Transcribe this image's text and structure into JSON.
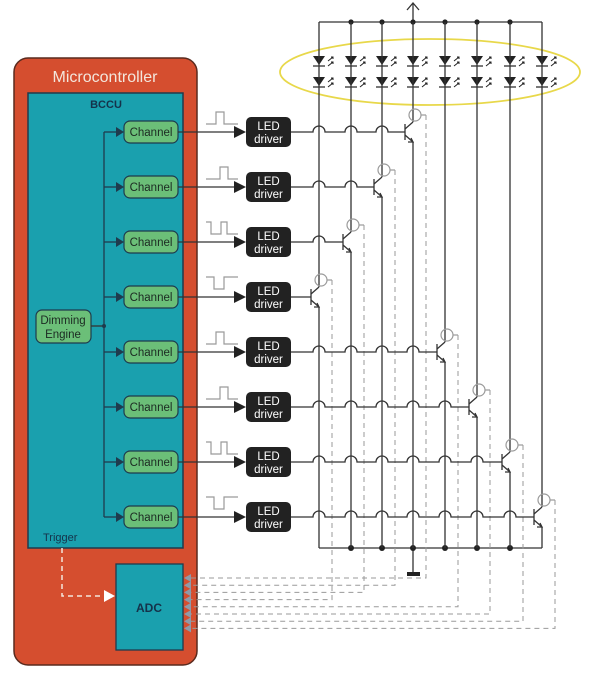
{
  "microcontroller": {
    "title": "Microcontroller",
    "colors": {
      "body": "#d54e2f",
      "border": "#5a2a1e"
    }
  },
  "bccu": {
    "title": "BCCU",
    "colors": {
      "body": "#1aa0ae",
      "border": "#1f3b4d"
    },
    "dimming_engine": {
      "line1": "Dimming",
      "line2": "Engine"
    },
    "channel_color": "#6bbf78",
    "channels": [
      {
        "label": "Channel",
        "waveform": "pulse-early"
      },
      {
        "label": "Channel",
        "waveform": "pulse-mid"
      },
      {
        "label": "Channel",
        "waveform": "double-pulse"
      },
      {
        "label": "Channel",
        "waveform": "notch"
      },
      {
        "label": "Channel",
        "waveform": "pulse-early"
      },
      {
        "label": "Channel",
        "waveform": "pulse-mid"
      },
      {
        "label": "Channel",
        "waveform": "double-pulse"
      },
      {
        "label": "Channel",
        "waveform": "notch"
      }
    ]
  },
  "led_driver": {
    "line1": "LED",
    "line2": "driver",
    "color": "#222222"
  },
  "trigger": {
    "label": "Trigger"
  },
  "adc": {
    "label": "ADC",
    "input_count": 8
  },
  "led_array": {
    "strings": 8,
    "leds_per_string": 2,
    "highlight_color": "#e8d84a"
  },
  "supply": {
    "symbol": "arrow-up"
  },
  "ground": {
    "symbol": "ground-bar"
  }
}
